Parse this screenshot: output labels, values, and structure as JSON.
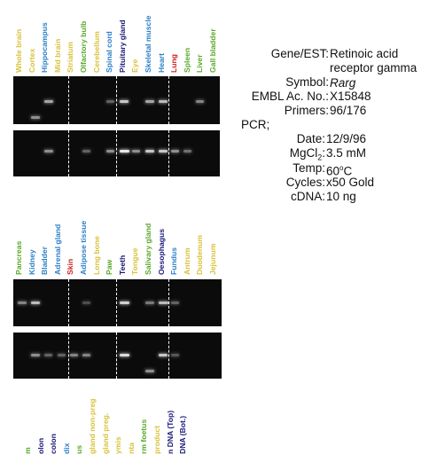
{
  "colors": {
    "yellow": "#d9c23a",
    "green": "#5aa82a",
    "blue": "#2b7fc6",
    "navy": "#1a1a7a",
    "red": "#cc2222",
    "black": "#111111"
  },
  "panel1": {
    "lanes": [
      {
        "label": "Whole brain",
        "color": "yellow"
      },
      {
        "label": "Cortex",
        "color": "yellow"
      },
      {
        "label": "Hippocampus",
        "color": "blue"
      },
      {
        "label": "Mid brain",
        "color": "yellow"
      },
      {
        "label": "Striatum",
        "color": "yellow"
      },
      {
        "label": "Olfactory bulb",
        "color": "green"
      },
      {
        "label": "Cerebellum",
        "color": "yellow"
      },
      {
        "label": "Spinal cord",
        "color": "blue"
      },
      {
        "label": "Pituitary gland",
        "color": "navy"
      },
      {
        "label": "Eye",
        "color": "yellow"
      },
      {
        "label": "Skeletal muscle",
        "color": "blue"
      },
      {
        "label": "Heart",
        "color": "blue"
      },
      {
        "label": "Lung",
        "color": "red"
      },
      {
        "label": "Spleen",
        "color": "green"
      },
      {
        "label": "Liver",
        "color": "green"
      },
      {
        "label": "Gall bladder",
        "color": "green"
      }
    ]
  },
  "panel2": {
    "lanes": [
      {
        "label": "Pancreas",
        "color": "green"
      },
      {
        "label": "Kidney",
        "color": "blue"
      },
      {
        "label": "Bladder",
        "color": "blue"
      },
      {
        "label": "Adrenal gland",
        "color": "blue"
      },
      {
        "label": "Skin",
        "color": "red"
      },
      {
        "label": "Adipose tissue",
        "color": "blue"
      },
      {
        "label": "Long bone",
        "color": "yellow"
      },
      {
        "label": "Paw",
        "color": "green"
      },
      {
        "label": "Teeth",
        "color": "navy"
      },
      {
        "label": "Tongue",
        "color": "yellow"
      },
      {
        "label": "Salivary gland",
        "color": "green"
      },
      {
        "label": "Oesophagus",
        "color": "navy"
      },
      {
        "label": "Fundus",
        "color": "blue"
      },
      {
        "label": "Antrum",
        "color": "yellow"
      },
      {
        "label": "Duodenum",
        "color": "yellow"
      },
      {
        "label": "Jejunum",
        "color": "yellow"
      }
    ]
  },
  "panel3": {
    "lanes": [
      {
        "label": "m",
        "color": "green"
      },
      {
        "label": "olon",
        "color": "navy"
      },
      {
        "label": "colon",
        "color": "navy"
      },
      {
        "label": "dix",
        "color": "blue"
      },
      {
        "label": "us",
        "color": "green"
      },
      {
        "label": "gland non-preg",
        "color": "yellow"
      },
      {
        "label": "gland preg.",
        "color": "yellow"
      },
      {
        "label": "ymis",
        "color": "yellow"
      },
      {
        "label": "nta",
        "color": "yellow"
      },
      {
        "label": "rm foetus",
        "color": "green"
      },
      {
        "label": "product",
        "color": "yellow"
      },
      {
        "label": "n DNA (Top)",
        "color": "navy"
      },
      {
        "label": "DNA (Bot.)",
        "color": "navy"
      }
    ]
  },
  "info": {
    "gene_label": "Gene/EST:",
    "gene_value_1": "Retinoic acid",
    "gene_value_2": "receptor gamma",
    "symbol_label": "Symbol:",
    "symbol_value": "Rarg",
    "embl_label": "EMBL Ac. No.:",
    "embl_value": "X15848",
    "primers_label": "Primers:",
    "primers_value": "96/176",
    "pcr_label": "PCR;",
    "date_label": "Date:",
    "date_value": "12/9/96",
    "mgcl_label_pre": "MgCl",
    "mgcl_label_sub": "2",
    "mgcl_label_post": ":",
    "mgcl_value": "3.5 mM",
    "temp_label": "Temp:",
    "temp_value_pre": "60",
    "temp_value_sup": "o",
    "temp_value_post": "C",
    "cycles_label": "Cycles:",
    "cycles_value": "x50 Gold",
    "cdna_label": "cDNA:",
    "cdna_value": "10 ng"
  }
}
